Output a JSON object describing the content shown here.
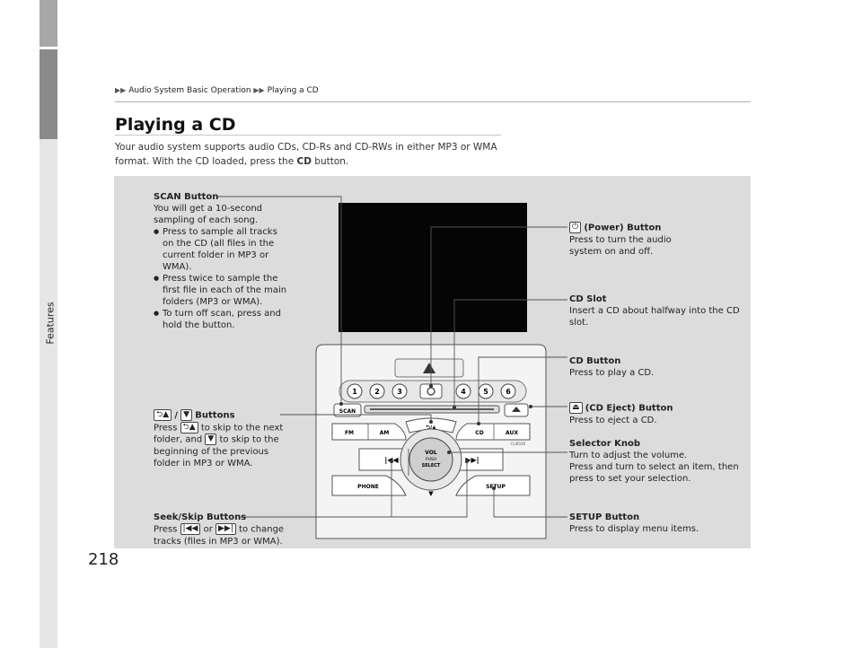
{
  "page": {
    "number": "218",
    "section_tab": "Features"
  },
  "breadcrumb": {
    "item1": "Audio System Basic Operation",
    "item2": "Playing a CD",
    "sep": "▶▶"
  },
  "title": "Playing a CD",
  "intro": {
    "before": "Your audio system supports audio CDs, CD-Rs and CD-RWs in either MP3 or WMA format. With the CD loaded, press the ",
    "bold": "CD",
    "after": " button."
  },
  "labels": {
    "scan": {
      "title": "SCAN Button",
      "desc": "You will get a 10-second sampling of each song.",
      "bullets": [
        "Press to sample all tracks on the CD (all files in the current folder in MP3 or WMA).",
        "Press twice to sample the first file in each of the main folders (MP3 or WMA).",
        "To turn off scan, press and hold the button."
      ]
    },
    "power": {
      "title": "(Power) Button",
      "desc": "Press to turn the audio system on and off."
    },
    "cd_slot": {
      "title": "CD Slot",
      "desc": "Insert a CD about halfway into the CD slot."
    },
    "cd_button": {
      "title": "CD Button",
      "desc": "Press to play a CD."
    },
    "eject": {
      "title": "(CD Eject) Button",
      "desc": "Press to eject a CD."
    },
    "folder": {
      "slash": "/",
      "title": "Buttons",
      "press": "Press",
      "t1": "to skip to the next folder, and",
      "t2": "to skip to the beginning of the previous folder in MP3 or WMA."
    },
    "selector": {
      "title": "Selector Knob",
      "desc1": "Turn to adjust the volume.",
      "desc2": "Press and turn to select an item, then press to set your selection."
    },
    "seek": {
      "title": "Seek/Skip Buttons",
      "press": "Press",
      "or": "or",
      "desc": "to change tracks (files in MP3 or WMA)."
    },
    "setup": {
      "title": "SETUP Button",
      "desc": "Press to display menu items."
    }
  },
  "radio": {
    "presets": [
      "1",
      "2",
      "3",
      "4",
      "5",
      "6"
    ],
    "scan": "SCAN",
    "fm": "FM",
    "am": "AM",
    "cd": "CD",
    "aux": "AUX",
    "phone": "PHONE",
    "setup": "SETUP",
    "vol": "VOL",
    "push": "PUSH",
    "select": "SELECT",
    "folder_up": "⮌/▲",
    "part_code": "CLI0036"
  }
}
